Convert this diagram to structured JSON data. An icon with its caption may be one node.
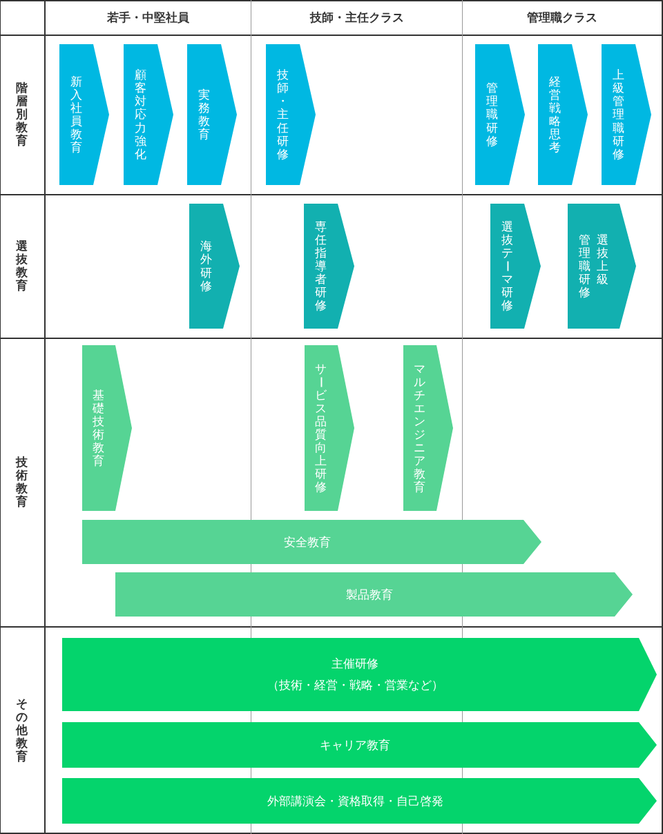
{
  "diagram": {
    "nodes": [
      {
        "text": [
          "新入社員教育"
        ]
      },
      {
        "text": [
          "顧客対応力強化"
        ]
      },
      {
        "text": [
          "実務教育"
        ]
      },
      {
        "text": [
          "技師・主任研修"
        ]
      },
      {
        "text": [
          "管理職研修"
        ]
      },
      {
        "text": [
          "経営戦略思考"
        ]
      },
      {
        "text": [
          "上級管理職研修"
        ]
      },
      {
        "text": [
          "海外研修"
        ]
      },
      {
        "text": [
          "専任指導者研修"
        ]
      },
      {
        "text": [
          "選抜テーマ研修"
        ]
      },
      {
        "text": [
          "選抜上級管理職研修"
        ]
      },
      {
        "text": [
          "基礎技術教育"
        ]
      },
      {
        "text": [
          "サービス品質向上研修"
        ]
      },
      {
        "text": [
          "マルチエンジニア教育"
        ]
      },
      {
        "text": [
          "安全教育"
        ]
      },
      {
        "text": [
          "製品教育"
        ]
      },
      {
        "text": [
          "主催研修",
          "（技術・経営・戦略・営業など）"
        ]
      },
      {
        "text": [
          "キャリア教育"
        ]
      },
      {
        "text": [
          "外部講演会・資格取得・自己啓発"
        ]
      }
    ],
    "edges": [],
    "labels": [
      "若手・中堅社員",
      "技師・主任クラス",
      "管理職クラス",
      "階層別教育",
      "選抜教育",
      "技術教育",
      "その他教育"
    ]
  }
}
